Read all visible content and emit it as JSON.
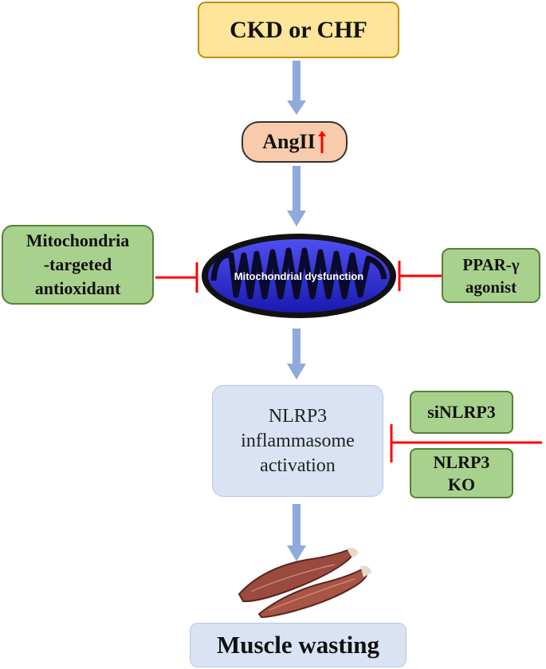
{
  "nodes": {
    "ckd": "CKD or CHF",
    "angii": "AngII",
    "mito_label": "Mitochondrial dysfunction",
    "mito_antioxidant": "Mitochondria\n-targeted\nantioxidant",
    "ppar": "PPAR-γ\nagonist",
    "nlrp3_activation": "NLRP3\ninflammasome\nactivation",
    "sinlrp3": "siNLRP3",
    "nlrp3_ko": "NLRP3\nKO",
    "muscle_wasting": "Muscle wasting"
  },
  "colors": {
    "arrow": "#8faadc",
    "inhibit": "#ff0000",
    "mito_fill": "#2b2bd6",
    "muscle": "#9b4a3f"
  }
}
